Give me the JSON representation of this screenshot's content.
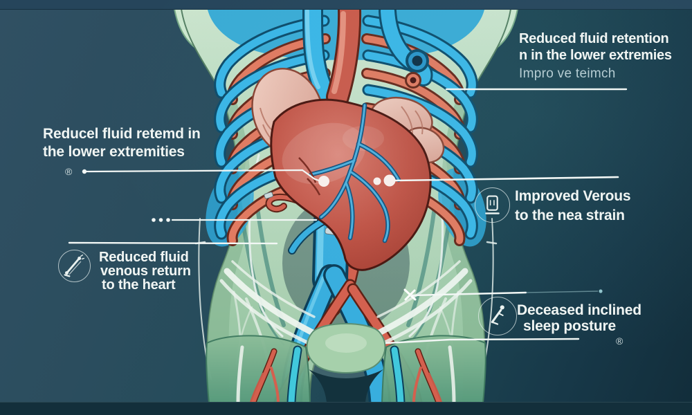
{
  "annotations": {
    "top_right": {
      "lines": [
        "Reduced fluid retention",
        "n in the lower extremies"
      ],
      "caption": "Impro ve teimch"
    },
    "mid_left": {
      "lines": [
        "Reducel fluid retemd in",
        "the lower extremities"
      ],
      "mark": "®"
    },
    "mid_right": {
      "lines": [
        "Improved Verous",
        "to the nea strain"
      ],
      "icon": "fluid-gauge-icon"
    },
    "lower_left": {
      "lines": [
        "Reduced fluid",
        "venous return",
        "to the heart"
      ],
      "icon": "leg-icon"
    },
    "lower_right": {
      "lines": [
        "Deceased inclined",
        "sleep posture"
      ],
      "icon": "inclined-sleeper-icon",
      "mark": "®"
    }
  },
  "colors": {
    "background_top": "#305063",
    "background_bottom": "#122d3a",
    "label_text": "#f0f5f3",
    "caption_text": "#b6cdd3",
    "body_green": "#b2d6b8",
    "thigh_green": "#5a9c7e",
    "heart_red": "#c25345",
    "atrium_pink": "#e8b9aa",
    "vein_blue": "#38aede",
    "artery_red": "#d4604e",
    "rib_salmon": "#e27a60",
    "cartilage_blue": "#3ab6e6",
    "nerve_white": "#edf4ee",
    "callout_line": "#f2f7f5"
  }
}
